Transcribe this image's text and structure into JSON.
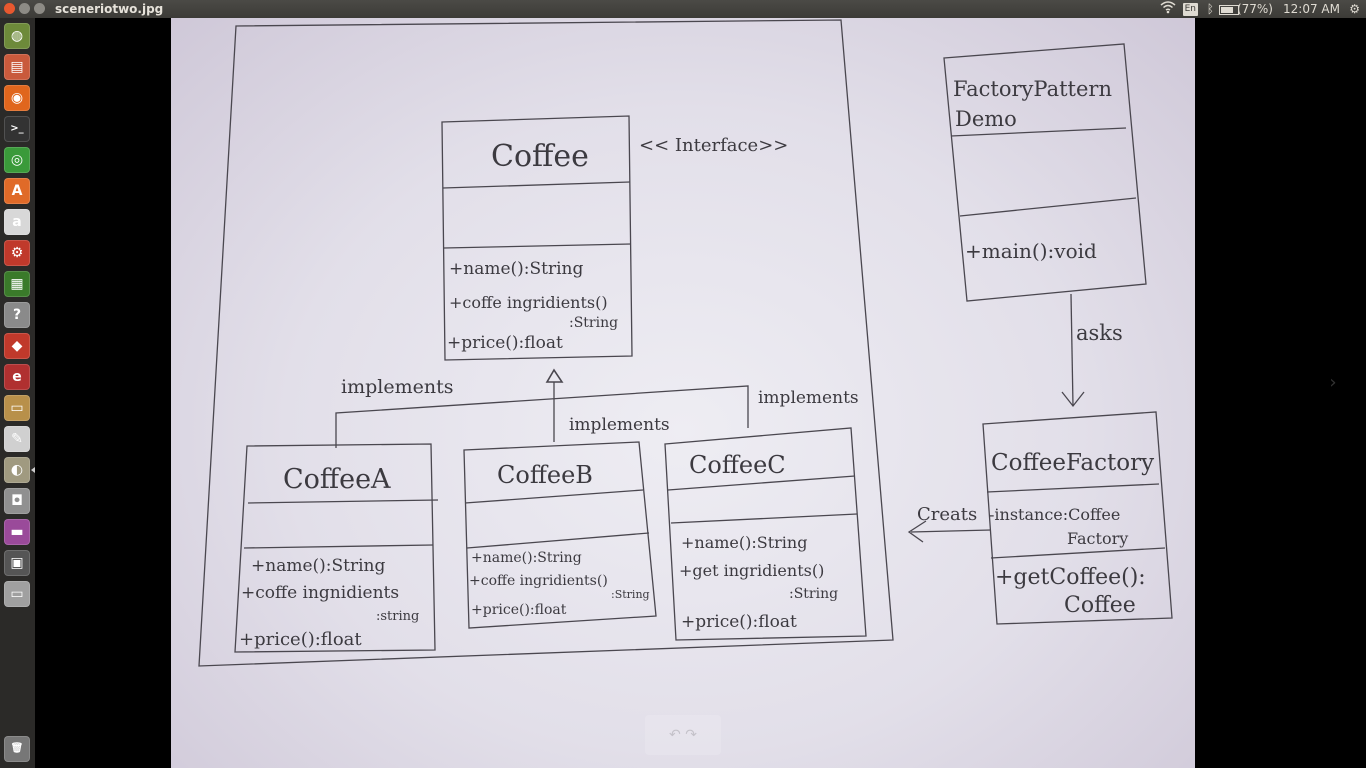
{
  "window": {
    "title": "sceneriotwo.jpg"
  },
  "tray": {
    "keyboard": "En",
    "battery": "(77%)",
    "time": "12:07 AM"
  },
  "launcher": {
    "items": [
      {
        "name": "dash-icon",
        "glyph": "◍",
        "color": "#6d8a3a"
      },
      {
        "name": "files-icon",
        "glyph": "▤",
        "color": "#c95a3c"
      },
      {
        "name": "firefox-icon",
        "glyph": "◉",
        "color": "#e0661d"
      },
      {
        "name": "terminal-icon",
        "glyph": ">_",
        "color": "#333333"
      },
      {
        "name": "chrome-icon",
        "glyph": "◎",
        "color": "#3a9a3a"
      },
      {
        "name": "software-center-icon",
        "glyph": "A",
        "color": "#e06a28"
      },
      {
        "name": "amazon-icon",
        "glyph": "a",
        "color": "#d8d8d8"
      },
      {
        "name": "settings-icon",
        "glyph": "⚙",
        "color": "#c0392b"
      },
      {
        "name": "libreoffice-icon",
        "glyph": "▦",
        "color": "#3a7a2a"
      },
      {
        "name": "help-icon",
        "glyph": "?",
        "color": "#8a8a8a"
      },
      {
        "name": "git-icon",
        "glyph": "◆",
        "color": "#c0392b"
      },
      {
        "name": "eclipse-icon",
        "glyph": "e",
        "color": "#b03030"
      },
      {
        "name": "archive-icon",
        "glyph": "▭",
        "color": "#b8904a"
      },
      {
        "name": "text-editor-icon",
        "glyph": "✎",
        "color": "#d0d0d0"
      },
      {
        "name": "photo-icon",
        "glyph": "◐",
        "color": "#a09a80"
      },
      {
        "name": "camera-icon",
        "glyph": "◘",
        "color": "#909090"
      },
      {
        "name": "window-icon",
        "glyph": "▬",
        "color": "#9a4a9a"
      },
      {
        "name": "workspace-icon",
        "glyph": "▣",
        "color": "#555555"
      },
      {
        "name": "drive-icon",
        "glyph": "▭",
        "color": "#a0a0a0"
      },
      {
        "name": "trash-icon",
        "glyph": "🗑",
        "color": "#777777"
      }
    ]
  },
  "diagram": {
    "interface_stereotype": "<< Interface>>",
    "coffee": {
      "name": "Coffee",
      "methods": [
        "+name():String",
        "+coffe ingridients()",
        ":String",
        "+price():float"
      ]
    },
    "coffee_a": {
      "name": "CoffeeA",
      "methods": [
        "+name():String",
        "+coffe ingnidients",
        ":string",
        "+price():float"
      ]
    },
    "coffee_b": {
      "name": "CoffeeB",
      "methods": [
        "+name():String",
        "+coffe ingridients()",
        ":String",
        "+price():float"
      ]
    },
    "coffee_c": {
      "name": "CoffeeC",
      "methods": [
        "+name():String",
        "+get ingridients()",
        ":String",
        "+price():float"
      ]
    },
    "demo": {
      "name_line1": "FactoryPattern",
      "name_line2": "Demo",
      "methods": [
        "+main():void"
      ]
    },
    "factory": {
      "name": "CoffeeFactory",
      "attributes": [
        "-instance:Coffee",
        "Factory"
      ],
      "methods": [
        "+getCoffee():",
        "Coffee"
      ]
    },
    "labels": {
      "implements_a": "implements",
      "implements_b": "implements",
      "implements_c": "implements",
      "asks": "asks",
      "creats": "Creats"
    }
  }
}
